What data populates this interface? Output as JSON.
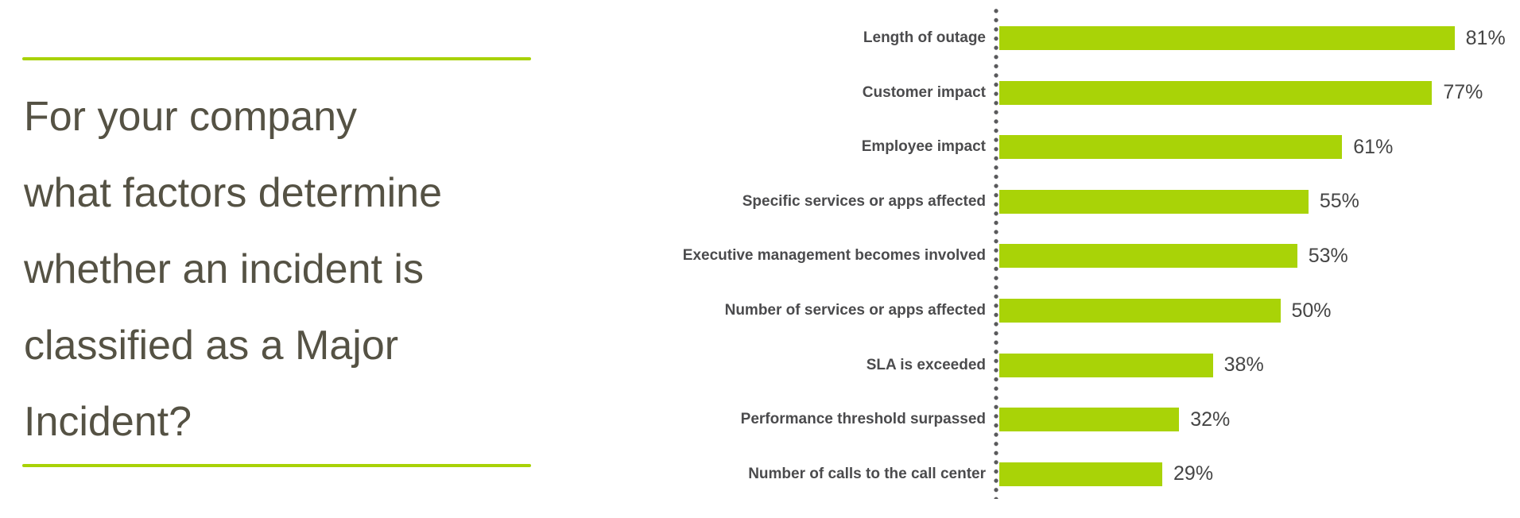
{
  "question": {
    "lines": [
      "For your company",
      "what factors determine",
      "whether an incident is",
      "classified as a Major",
      "Incident?"
    ]
  },
  "colors": {
    "bar_green": "#a9d307",
    "rule_green": "#a8d207",
    "dot_gray": "#59595b",
    "label_gray": "#4b4b4d",
    "value_gray": "#454545",
    "question_gray": "#555244"
  },
  "chart_data": {
    "type": "bar",
    "orientation": "horizontal",
    "categories": [
      "Length of outage",
      "Customer impact",
      "Employee impact",
      "Specific services or apps affected",
      "Executive management becomes involved",
      "Number of services or apps affected",
      "SLA is exceeded",
      "Performance threshold surpassed",
      "Number of calls to the call center"
    ],
    "values": [
      81,
      77,
      61,
      55,
      53,
      50,
      38,
      32,
      29
    ],
    "value_labels": [
      "81%",
      "77%",
      "61%",
      "55%",
      "53%",
      "50%",
      "38%",
      "32%",
      "29%"
    ],
    "title": "",
    "xlabel": "",
    "ylabel": "",
    "xlim": [
      0,
      100
    ],
    "grid": false,
    "legend": false,
    "axis_style": "dotted-vertical-baseline-left-of-bars",
    "bar_color": "#a9d307",
    "data_label_position": "right-of-bar"
  }
}
